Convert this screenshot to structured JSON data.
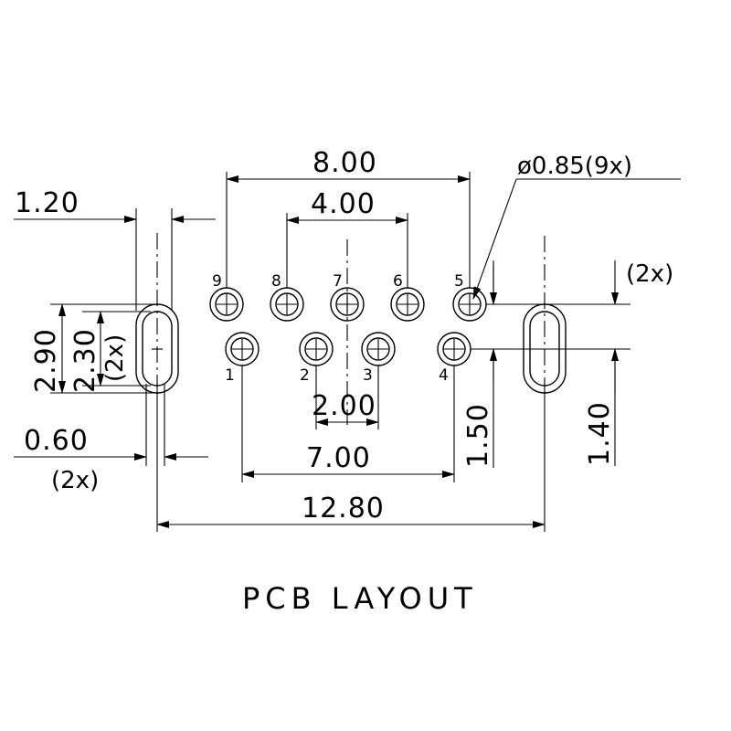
{
  "title": "PCB LAYOUT",
  "dimensions": {
    "pitch_outer": "8.00",
    "pitch_inner": "4.00",
    "hole_diameter": "ø0.85(9x)",
    "slot_width": "1.20",
    "slot_length": "2.90",
    "slot_length_inner": "2.30",
    "slot_count_left": "(2x)",
    "slot_count_right": "(2x)",
    "slot_gap": "0.60",
    "slot_gap_count": "(2x)",
    "pitch_bottom_inner": "2.00",
    "pitch_bottom_outer": "7.00",
    "row_offset": "1.50",
    "slot_offset": "1.40",
    "total_width": "12.80"
  },
  "pins": [
    {
      "label": "9"
    },
    {
      "label": "8"
    },
    {
      "label": "7"
    },
    {
      "label": "6"
    },
    {
      "label": "5"
    },
    {
      "label": "1"
    },
    {
      "label": "2"
    },
    {
      "label": "3"
    },
    {
      "label": "4"
    }
  ]
}
